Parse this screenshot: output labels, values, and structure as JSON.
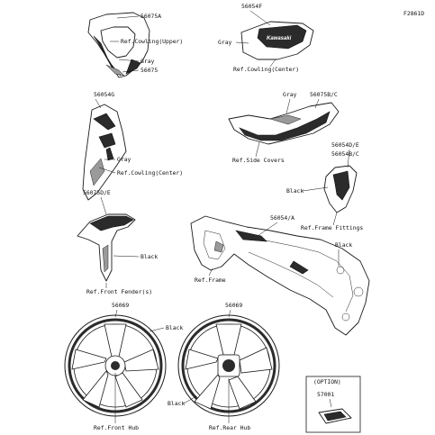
{
  "figure_code": "F2861D",
  "labels": {
    "upper_cowling_part": "56075A",
    "upper_cowling_ref": "Ref.Cowling(Upper)",
    "upper_cowling_gray": "Gray",
    "upper_cowling_part2": "56075",
    "center_cowling_part": "56054F",
    "center_cowling_gray": "Gray",
    "center_cowling_ref": "Ref.Cowling(Center)",
    "side_cowling_part": "56054G",
    "side_cowling_gray": "Gray",
    "side_cowling_ref": "Ref.Cowling(Center)",
    "side_covers_gray": "Gray",
    "side_covers_part": "56075B/C",
    "side_covers_ref": "Ref.Side Covers",
    "frame_fittings_part1": "56054D/E",
    "frame_fittings_part2": "56054B/C",
    "frame_fittings_black": "Black",
    "frame_fittings_ref": "Ref.Frame Fittings",
    "fender_part": "56075D/E",
    "fender_black": "Black",
    "fender_ref": "Ref.Front Fender(s)",
    "frame_part": "56054/A",
    "frame_black": "Black",
    "frame_ref": "Ref.Frame",
    "front_wheel_part": "56069",
    "front_wheel_black": "Black",
    "front_wheel_ref": "Ref.Front Hub",
    "rear_wheel_part": "56069",
    "rear_wheel_black": "Black",
    "rear_wheel_ref": "Ref.Rear Hub",
    "option_title": "(OPTION)",
    "option_part": "57001"
  },
  "brand_text": "Kawasaki",
  "colors": {
    "ink": "#111111",
    "decal_dark": "#2b2b2b",
    "decal_grey": "#9a9a9a"
  }
}
